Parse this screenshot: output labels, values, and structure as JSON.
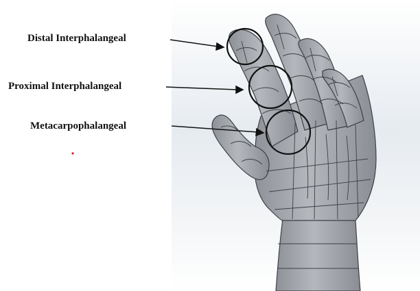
{
  "labels": {
    "distal": "Distal Interphalangeal",
    "proximal": "Proximal Interphalangeal",
    "metacarpophalangeal": "Metacarpophalangeal"
  },
  "colors": {
    "background_band": "#e8edf2",
    "hand_fill": "#a9adb3",
    "hand_shadow": "#8d9197",
    "mesh_line": "#3c3f44",
    "annotation": "#111111",
    "red_dot": "#d22222"
  }
}
